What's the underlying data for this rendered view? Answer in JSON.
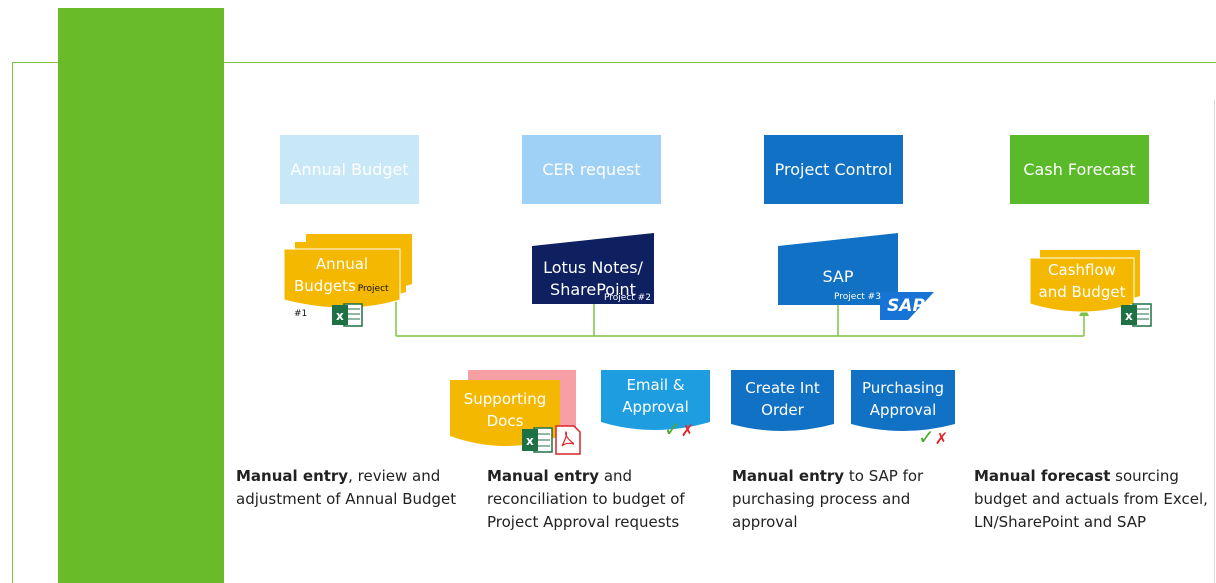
{
  "categories": [
    {
      "label": "Annual Budget",
      "color": "#c8e8f7"
    },
    {
      "label": "CER request",
      "color": "#9fd0f5"
    },
    {
      "label": "Project Control",
      "color": "#1171c4"
    },
    {
      "label": "Cash Forecast",
      "color": "#5aba2a"
    }
  ],
  "systems": {
    "annual_budgets": {
      "line1": "Annual",
      "line2": "Budgets",
      "project": "Project #1"
    },
    "lotus": {
      "line1": "Lotus Notes/",
      "line2": "SharePoint",
      "project": "Project #2"
    },
    "sap": {
      "line1": "SAP",
      "project": "Project #3",
      "logo": "SAP"
    },
    "cashflow": {
      "line1": "Cashflow",
      "line2": "and Budget"
    }
  },
  "steps": {
    "supporting_docs": {
      "line1": "Supporting",
      "line2": "Docs"
    },
    "email_approval": {
      "line1": "Email &",
      "line2": "Approval"
    },
    "create_order": {
      "line1": "Create Int",
      "line2": "Order"
    },
    "purchasing_approval": {
      "line1": "Purchasing",
      "line2": "Approval"
    }
  },
  "icons": {
    "excel": "excel-icon",
    "pdf": "pdf-icon",
    "check": "✓",
    "cross": "✗"
  },
  "captions": [
    {
      "bold": "Manual entry",
      "rest1": ", review and",
      "line2": "adjustment of Annual Budget",
      "line3": ""
    },
    {
      "bold": "Manual entry",
      "rest1": " and",
      "line2": "reconciliation to budget of",
      "line3": "Project Approval requests"
    },
    {
      "bold": "Manual entry",
      "rest1": " to SAP for",
      "line2": "purchasing process and",
      "line3": "approval"
    },
    {
      "bold": "Manual forecast",
      "rest1": " sourcing",
      "line2": "budget and actuals from Excel,",
      "line3": "LN/SharePoint and SAP"
    }
  ],
  "colors": {
    "green_accent": "#6abb2a",
    "amber": "#f5b800",
    "navy": "#0e2060",
    "blue": "#1171c4",
    "cyan": "#1e9ee0",
    "pink": "#f6a0a6"
  }
}
